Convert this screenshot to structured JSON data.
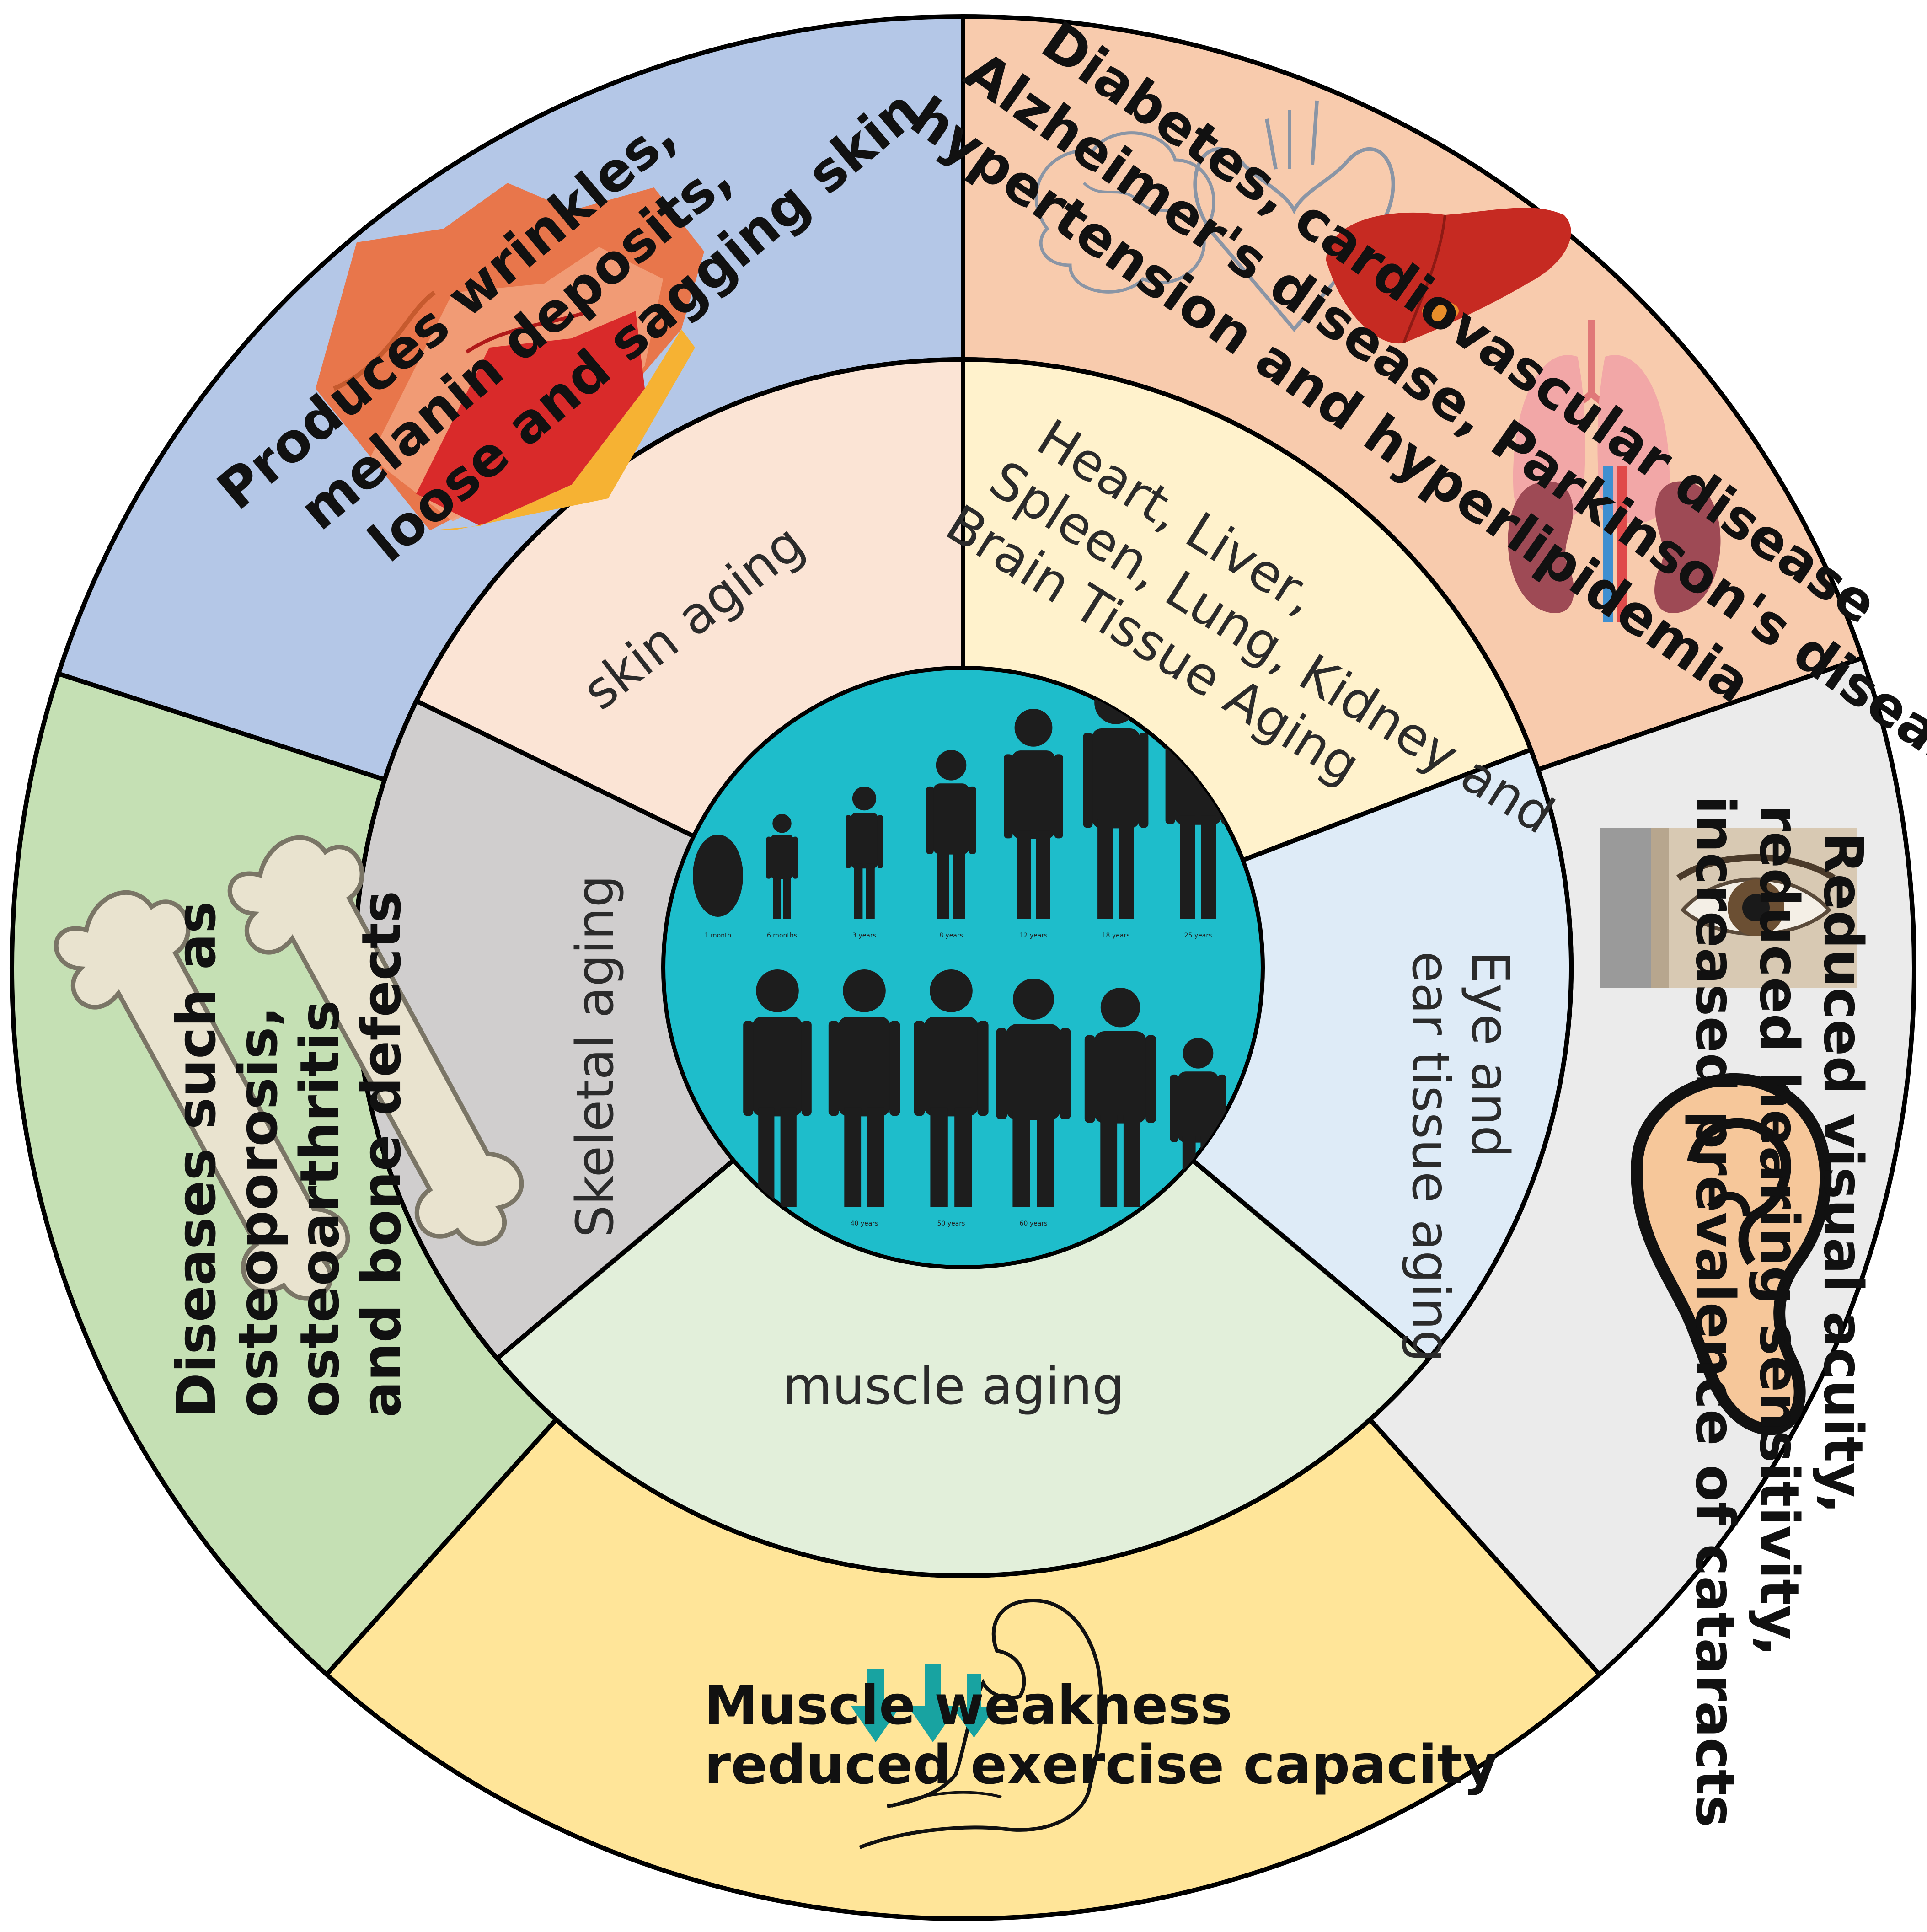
{
  "colors": {
    "outer_skin": "#b4c7e7",
    "outer_organs": "#f8cbad",
    "outer_eye_ear": "#ebebeb",
    "outer_muscle": "#ffe599",
    "outer_skeletal": "#c5e0b4",
    "inner_skin": "#fbe4d5",
    "inner_organs": "#fff2cc",
    "inner_eye_ear": "#deebf7",
    "inner_muscle": "#e2efda",
    "inner_skeletal": "#d0cece",
    "center": "#1ebdcb",
    "silhouette": "#1d1d1d",
    "outline": "#000000"
  },
  "inner": {
    "skin": "skin aging",
    "organs": [
      "Heart, Liver,",
      "Spleen, Lung, Kidney and",
      "Brain Tissue Aging"
    ],
    "eye_ear": [
      "Eye and",
      "ear tissue aging"
    ],
    "muscle": "muscle aging",
    "skeletal": "Skeletal aging"
  },
  "outer": {
    "skin": [
      "Produces wrinkles,",
      "melanin deposits,",
      "loose and sagging skin"
    ],
    "organs": [
      "Diabetes, cardiovascular disease",
      "Alzheimer's disease, Parkinson's disease",
      "hypertension and hyperlipidemia"
    ],
    "eye_ear": [
      "Reduced visual acuity,",
      "reduced hearing sensitivity,",
      "increased prevalence of cataracts"
    ],
    "muscle": [
      "Muscle weakness",
      "reduced exercise capacity"
    ],
    "skeletal": [
      "Diseases such as",
      "osteoporosis,",
      "osteoarthritis",
      "and bone defects"
    ]
  },
  "center": {
    "row1_ages": [
      "1 month",
      "6 months",
      "3 years",
      "8 years",
      "12 years",
      "18 years",
      "25 years"
    ],
    "row2_ages": [
      "40 years",
      "50 years",
      "60 years"
    ]
  },
  "icons": [
    "skin-layers-icon",
    "organs-icon",
    "eye-icon",
    "ear-icon",
    "flexed-arm-icon",
    "bone-icon",
    "human-silhouette-icon",
    "down-arrow-icon"
  ]
}
